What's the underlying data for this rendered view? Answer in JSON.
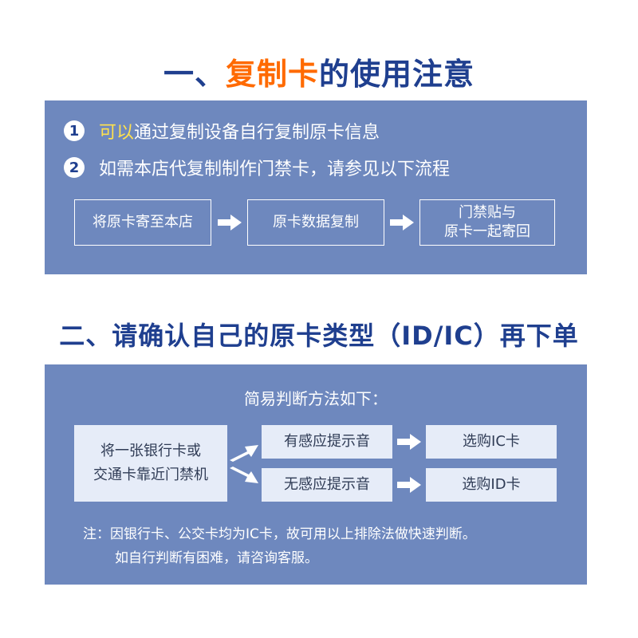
{
  "section1": {
    "title_part1": "一、",
    "title_accent": "复制卡",
    "title_part2": "的使用注意",
    "items": [
      {
        "number": "1",
        "highlight": "可以",
        "text": "通过复制设备自行复制原卡信息"
      },
      {
        "number": "2",
        "highlight": "",
        "text": "如需本店代复制制作门禁卡，请参见以下流程"
      }
    ],
    "flow_steps": [
      {
        "line1": "将原卡寄至本店",
        "line2": ""
      },
      {
        "line1": "原卡数据复制",
        "line2": ""
      },
      {
        "line1": "门禁贴与",
        "line2": "原卡一起寄回"
      }
    ]
  },
  "section2": {
    "title": "二、请确认自己的原卡类型（ID/IC）再下单",
    "judge_title": "简易判断方法如下：",
    "test": {
      "line1": "将一张银行卡或",
      "line2": "交通卡靠近门禁机"
    },
    "sound_yes": "有感应提示音",
    "sound_no": "无感应提示音",
    "result_ic": "选购IC卡",
    "result_id": "选购ID卡",
    "note_line1": "注：因银行卡、公交卡均为IC卡，故可用以上排除法做快速判断。",
    "note_line2": "如自行判断有困难，请咨询客服。"
  },
  "colors": {
    "heading": "#1f3f8f",
    "accent": "#ff6a00",
    "highlight": "#ffe14d",
    "panel": "#6e88be",
    "box_fill": "#e6ecf8"
  }
}
